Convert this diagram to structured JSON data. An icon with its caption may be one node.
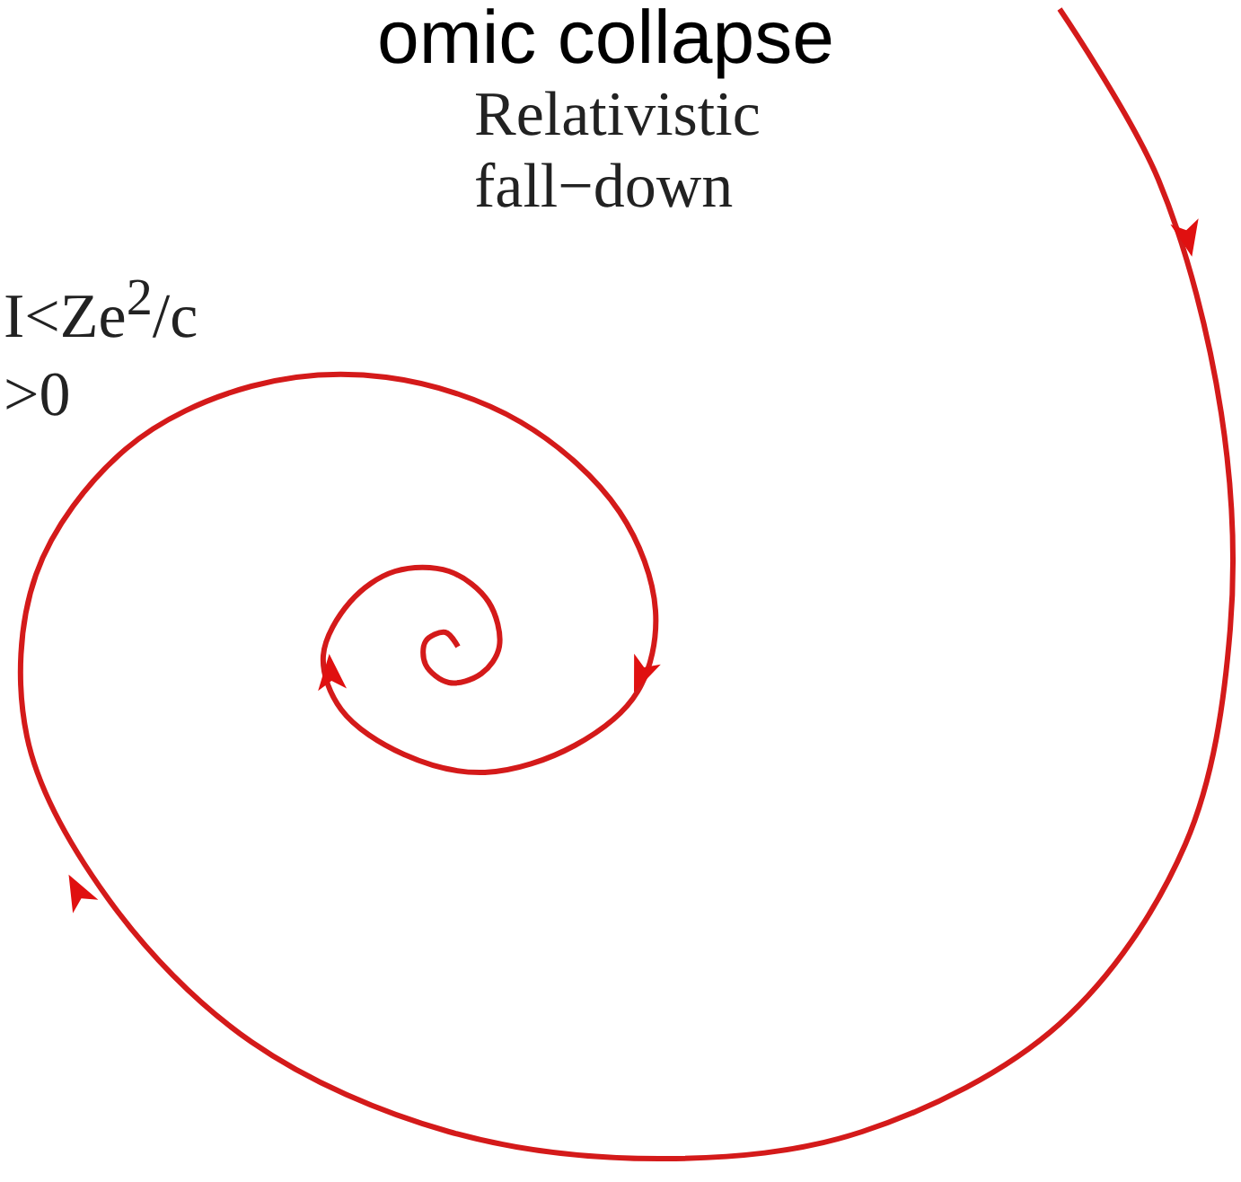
{
  "diagram": {
    "title": "omic collapse",
    "labels": [
      "Relativistic fall−down",
      "I<Ze$^{2}$/c",
      ">0"
    ]
  }
}
